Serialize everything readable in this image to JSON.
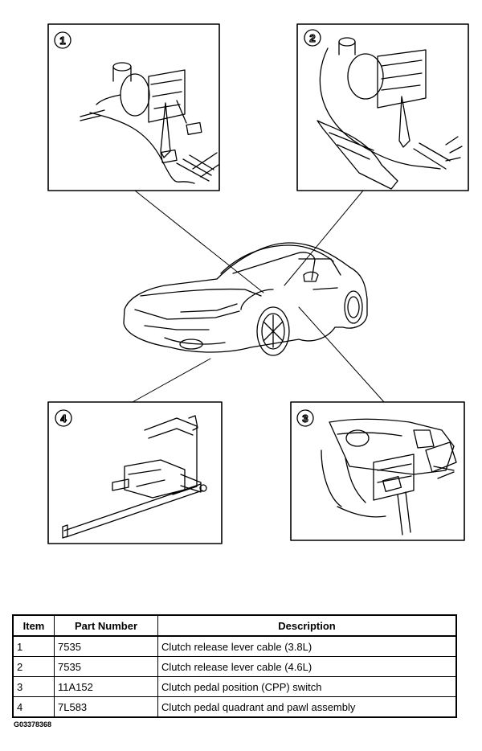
{
  "callouts": [
    "1",
    "2",
    "3",
    "4"
  ],
  "table": {
    "headers": [
      "Item",
      "Part Number",
      "Description"
    ],
    "rows": [
      [
        "1",
        "7535",
        "Clutch release lever cable (3.8L)"
      ],
      [
        "2",
        "7535",
        "Clutch release lever cable (4.6L)"
      ],
      [
        "3",
        "11A152",
        "Clutch pedal position (CPP) switch"
      ],
      [
        "4",
        "7L583",
        "Clutch pedal quadrant and pawl assembly"
      ]
    ]
  },
  "figure_code": "G03378368"
}
